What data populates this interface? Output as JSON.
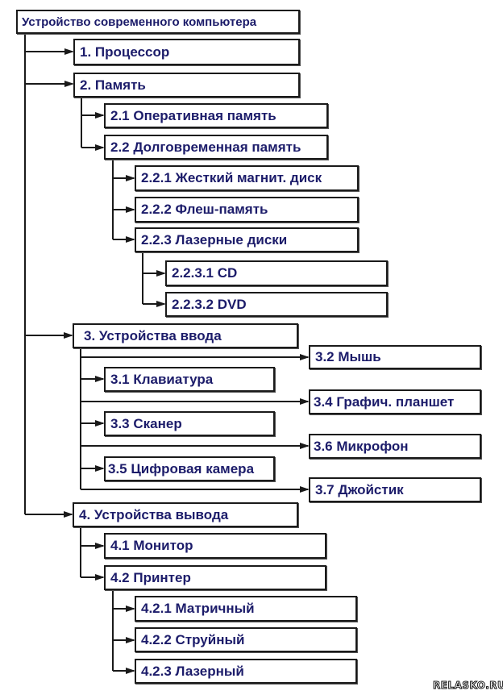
{
  "root": "Устройство современного компьютера",
  "nodes": {
    "n1": "1. Процессор",
    "n2": "2. Память",
    "n2_1": "2.1 Оперативная память",
    "n2_2": "2.2 Долговременная память",
    "n2_2_1": "2.2.1 Жесткий магнит. диск",
    "n2_2_2": "2.2.2 Флеш-память",
    "n2_2_3": "2.2.3 Лазерные диски",
    "n2_2_3_1": "2.2.3.1 CD",
    "n2_2_3_2": "2.2.3.2 DVD",
    "n3": "3. Устройства ввода",
    "n3_1": "3.1 Клавиатура",
    "n3_2": "3.2 Мышь",
    "n3_3": "3.3 Сканер",
    "n3_4": "3.4 Графич. планшет",
    "n3_5": "3.5 Цифровая камера",
    "n3_6": "3.6 Микрофон",
    "n3_7": "3.7 Джойстик",
    "n4": "4. Устройства вывода",
    "n4_1": "4.1 Монитор",
    "n4_2": "4.2 Принтер",
    "n4_2_1": "4.2.1 Матричный",
    "n4_2_2": "4.2.2 Струйный",
    "n4_2_3": "4.2.3 Лазерный"
  },
  "watermark": "RELASKO.RU",
  "colors": {
    "text": "#1c1c6a",
    "line": "#1a1a1a"
  }
}
